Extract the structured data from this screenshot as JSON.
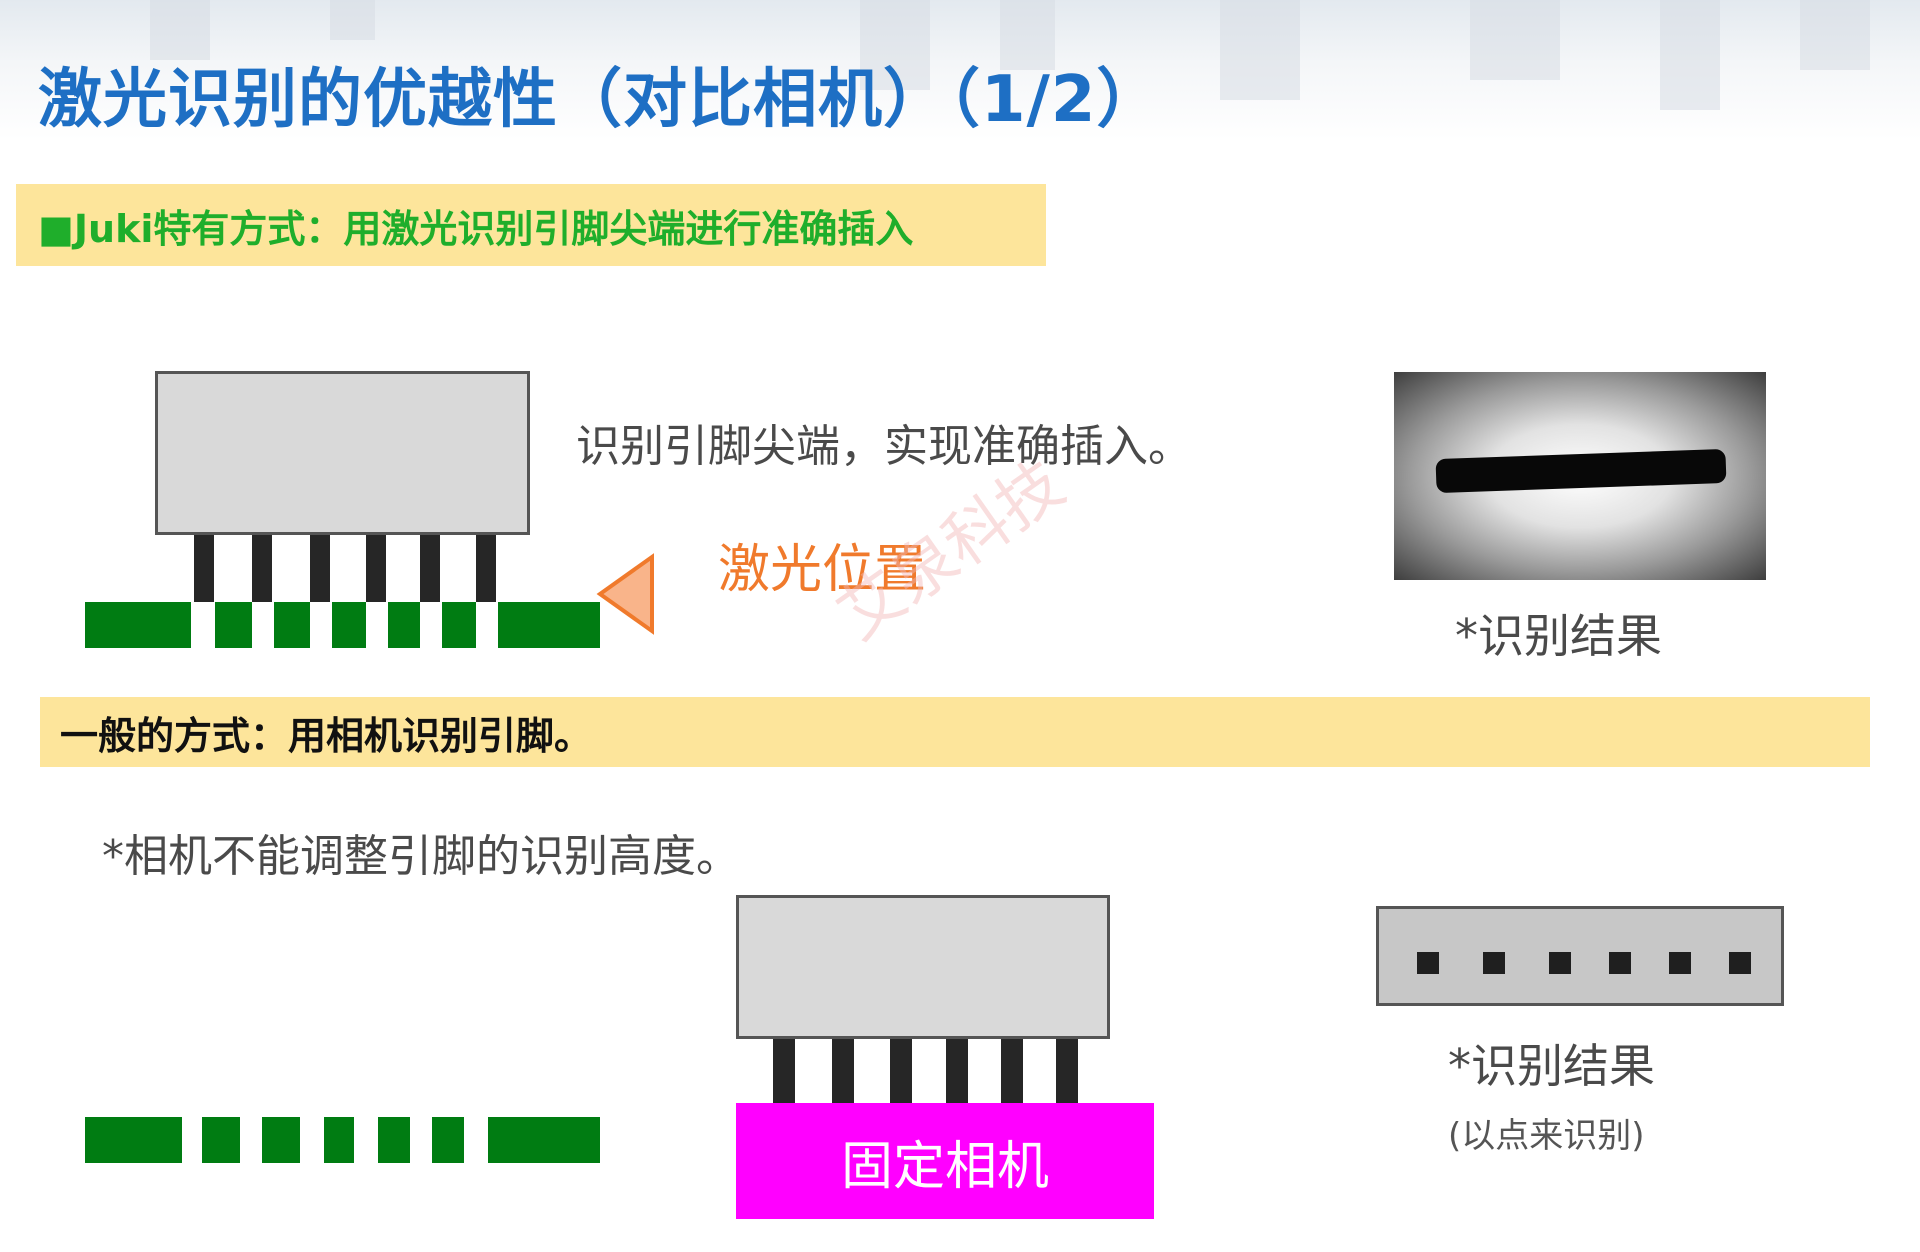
{
  "title": "激光识别的优越性（对比相机）（1/2）",
  "section_laser": {
    "heading": "■Juki特有方式：用激光识别引脚尖端进行准确插入",
    "description": "识别引脚尖端，实现准确插入。",
    "laser_label": "激光位置",
    "result_caption": "*识别结果"
  },
  "section_camera": {
    "heading": "一般的方式：用相机识别引脚。",
    "note": "*相机不能调整引脚的识别高度。",
    "camera_label": "固定相机",
    "result_caption": "*识别结果",
    "result_sub": "(以点来识别)"
  },
  "watermark": "艾泉科技",
  "colors": {
    "title": "#1e6fc4",
    "highlight_band": "#fde59b",
    "heading_green": "#1fae2b",
    "pcb_green": "#007c12",
    "laser_arrow": "#f9b48a",
    "laser_text": "#f07a2c",
    "camera": "#ff00ff"
  }
}
